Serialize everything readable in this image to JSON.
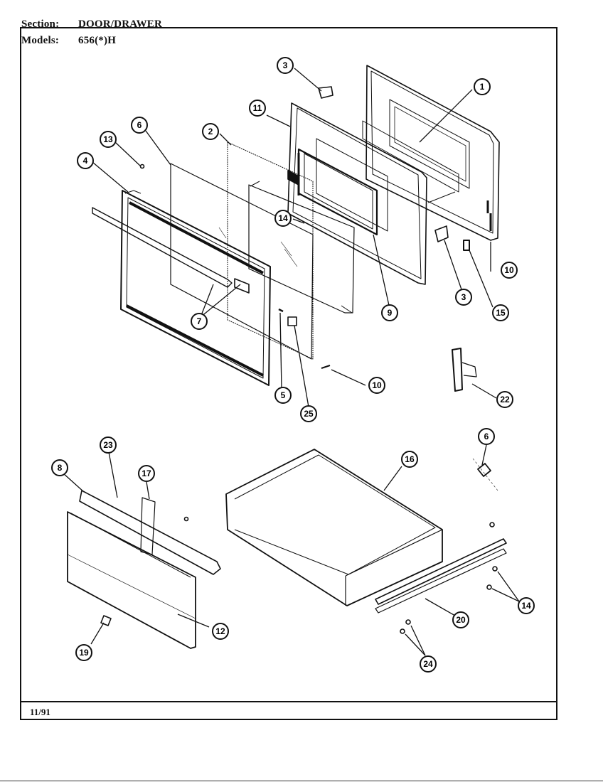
{
  "header": {
    "section_label": "Section:",
    "section_value": "DOOR/DRAWER",
    "models_label": "Models:",
    "models_value": "656(*)H"
  },
  "footer": {
    "date": "11/91"
  },
  "callouts": [
    {
      "id": "c-1",
      "label": "1"
    },
    {
      "id": "c-2",
      "label": "2"
    },
    {
      "id": "c-3a",
      "label": "3"
    },
    {
      "id": "c-3b",
      "label": "3"
    },
    {
      "id": "c-4",
      "label": "4"
    },
    {
      "id": "c-5",
      "label": "5"
    },
    {
      "id": "c-6a",
      "label": "6"
    },
    {
      "id": "c-6b",
      "label": "6"
    },
    {
      "id": "c-7",
      "label": "7"
    },
    {
      "id": "c-8",
      "label": "8"
    },
    {
      "id": "c-9",
      "label": "9"
    },
    {
      "id": "c-10a",
      "label": "10"
    },
    {
      "id": "c-10b",
      "label": "10"
    },
    {
      "id": "c-11",
      "label": "11"
    },
    {
      "id": "c-12",
      "label": "12"
    },
    {
      "id": "c-13",
      "label": "13"
    },
    {
      "id": "c-14a",
      "label": "14"
    },
    {
      "id": "c-14b",
      "label": "14"
    },
    {
      "id": "c-15",
      "label": "15"
    },
    {
      "id": "c-16",
      "label": "16"
    },
    {
      "id": "c-17",
      "label": "17"
    },
    {
      "id": "c-19",
      "label": "19"
    },
    {
      "id": "c-20",
      "label": "20"
    },
    {
      "id": "c-22",
      "label": "22"
    },
    {
      "id": "c-23",
      "label": "23"
    },
    {
      "id": "c-24",
      "label": "24"
    },
    {
      "id": "c-25",
      "label": "25"
    }
  ]
}
